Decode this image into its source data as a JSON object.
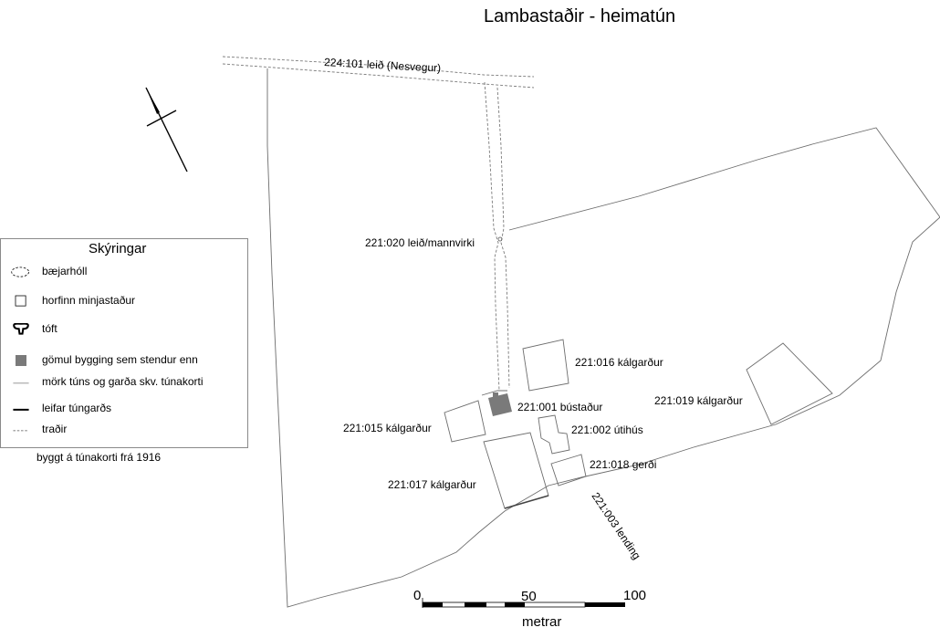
{
  "title": "Lambastaðir - heimatún",
  "legend": {
    "title": "Skýringar",
    "items": [
      {
        "symbol": "dashed-ellipse",
        "label": "bæjarhóll"
      },
      {
        "symbol": "open-square",
        "label": "horfinn minjastaður"
      },
      {
        "symbol": "ruin-outline",
        "label": "tóft"
      },
      {
        "symbol": "filled-grey-square",
        "label": "gömul bygging sem stendur enn"
      },
      {
        "symbol": "thin-grey-line",
        "label": "mörk túns og garða skv. túnakorti"
      },
      {
        "symbol": "thick-black-line",
        "label": "leifar túngarðs"
      },
      {
        "symbol": "dashed-line",
        "label": "traðir"
      }
    ],
    "caption": "byggt á túnakorti frá 1916"
  },
  "sites": [
    {
      "id": "road",
      "label": "224:101 leið (Nesvegur)"
    },
    {
      "id": "s020",
      "label": "221:020 leið/mannvirki"
    },
    {
      "id": "s016",
      "label": "221:016 kálgarður"
    },
    {
      "id": "s001",
      "label": "221:001 bústaður"
    },
    {
      "id": "s019",
      "label": "221:019 kálgarður"
    },
    {
      "id": "s015",
      "label": "221:015 kálgarður"
    },
    {
      "id": "s002",
      "label": "221:002 útihús"
    },
    {
      "id": "s018",
      "label": "221:018 gerði"
    },
    {
      "id": "s017",
      "label": "221:017 kálgarður"
    },
    {
      "id": "s003",
      "label": "221:003 lending"
    }
  ],
  "scale": {
    "ticks": [
      "0",
      "50",
      "100"
    ],
    "unit": "metrar"
  },
  "colors": {
    "boundary": "#6d6d6d",
    "building": "#7a7a7a",
    "text": "#000000"
  }
}
